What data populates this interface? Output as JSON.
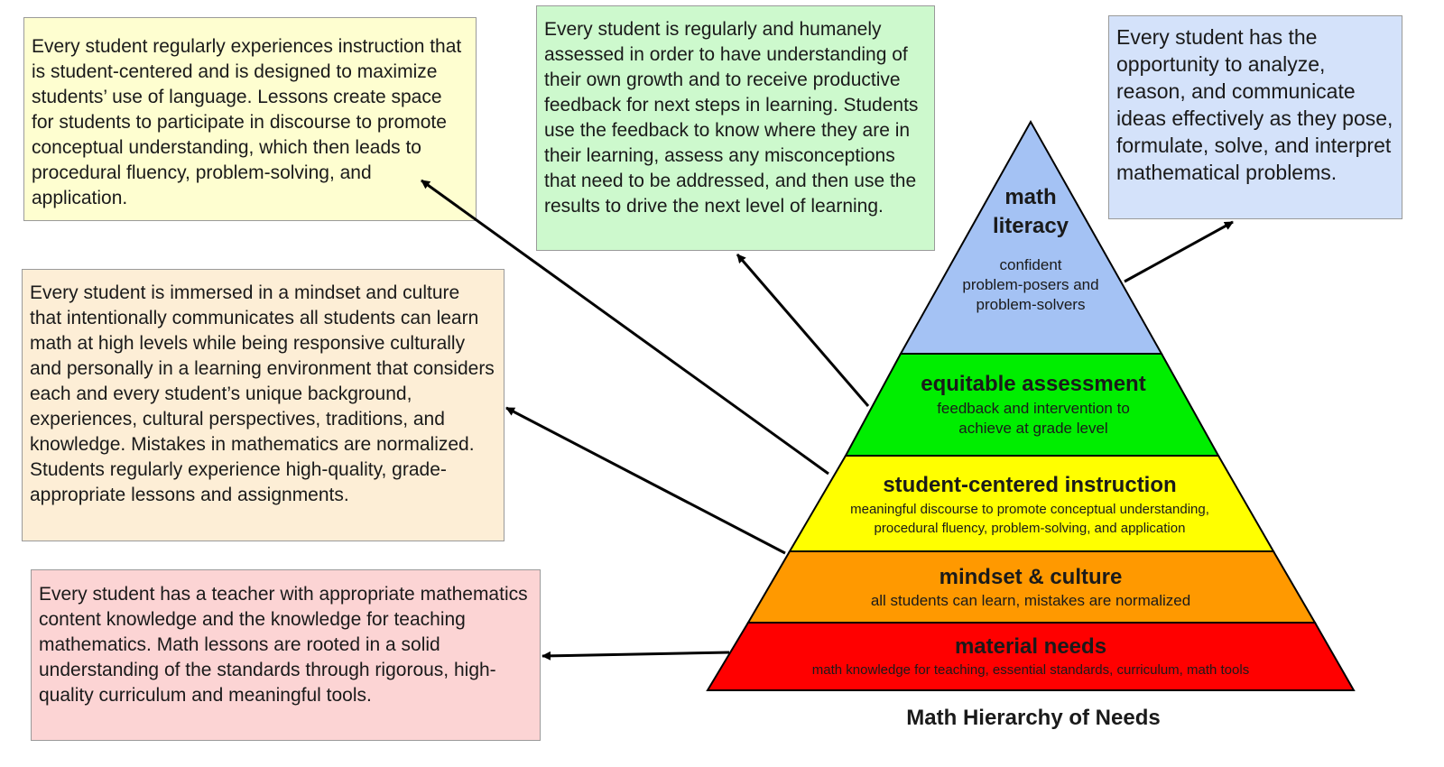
{
  "notes": {
    "student_centered": "Every student regularly experiences instruction that is student-centered and is designed to maximize students’ use of language. Lessons create space for students to participate in discourse to promote conceptual understanding, which then leads to procedural fluency, problem-solving, and application.",
    "assessment": "Every student is regularly and humanely assessed in order to have understanding of their own growth and to receive productive feedback for next steps in learning.  Students use the feedback to know where they are in their learning, assess any misconceptions that need to be addressed, and then use the results to drive the next level of learning.",
    "literacy": "Every student has the opportunity to analyze, reason, and communicate ideas effectively as they pose, formulate, solve, and interpret mathematical problems.",
    "mindset": "Every student is immersed in a mindset and culture that intentionally communicates all students can learn math at high levels while being responsive culturally and personally in a learning environment that considers each and every student’s unique background, experiences, cultural perspectives, traditions, and knowledge.  Mistakes in mathematics are normalized. Students regularly experience high-quality, grade-appropriate lessons and assignments.",
    "material": "Every student has a teacher with appropriate mathematics content knowledge and the knowledge for teaching mathematics.  Math lessons are rooted in a solid understanding of the standards through rigorous, high-quality curriculum and meaningful tools."
  },
  "pyramid": {
    "literacy": {
      "title_line1": "math",
      "title_line2": "literacy",
      "sub1": "confident",
      "sub2": "problem-posers and",
      "sub3": "problem-solvers",
      "color": "#a4c2f4"
    },
    "assessment": {
      "title": "equitable assessment",
      "sub1": "feedback and intervention to",
      "sub2": "achieve at grade level",
      "color": "#00ee00"
    },
    "instruction": {
      "title": "student-centered instruction",
      "sub1": "meaningful discourse to promote conceptual understanding,",
      "sub2": "procedural fluency, problem-solving, and application",
      "color": "#ffff00"
    },
    "mindset": {
      "title": "mindset & culture",
      "sub1": "all students can learn, mistakes are normalized",
      "color": "#ff9900"
    },
    "material": {
      "title": "material needs",
      "sub1": "math knowledge for teaching, essential standards, curriculum, math tools",
      "color": "#ff0000"
    }
  },
  "caption": "Math Hierarchy of Needs"
}
